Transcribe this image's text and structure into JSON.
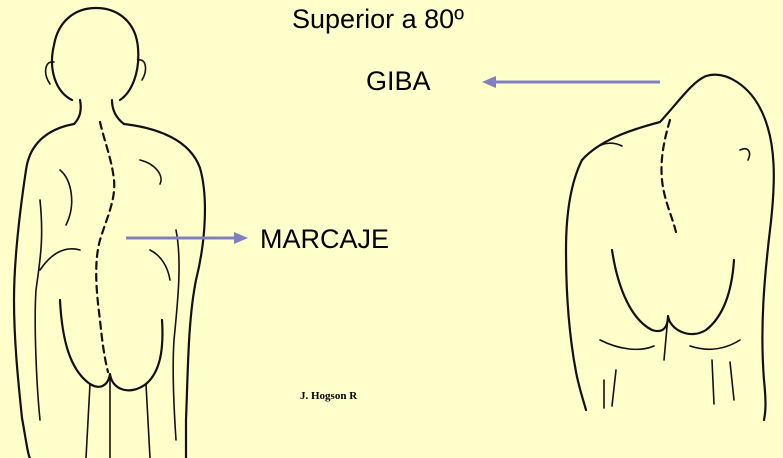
{
  "slide": {
    "title": "Superior a 80º",
    "labels": {
      "hump": "GIBA",
      "marking": "MARCAJE"
    },
    "credit": "J. Hogson R"
  },
  "colors": {
    "background": "#FFFFCC",
    "arrow": "#8080C0",
    "line": "#111111"
  }
}
